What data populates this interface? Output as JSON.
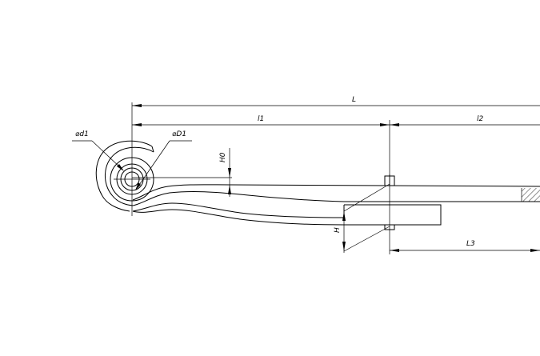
{
  "labels": {
    "L": "L",
    "L1": "l1",
    "L2": "l2",
    "L3": "L3",
    "H0": "H0",
    "H": "H",
    "D1": "⌀d1",
    "R1": "⌀D1"
  }
}
